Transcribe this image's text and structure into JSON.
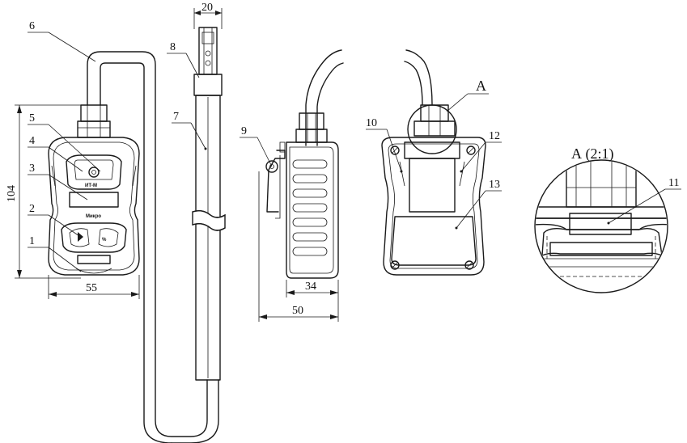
{
  "callouts": {
    "c1": "1",
    "c2": "2",
    "c3": "3",
    "c4": "4",
    "c5": "5",
    "c6": "6",
    "c7": "7",
    "c8": "8",
    "c9": "9",
    "c10": "10",
    "c11": "11",
    "c12": "12",
    "c13": "13"
  },
  "dimensions": {
    "height_front": "104",
    "width_front": "55",
    "probe_width": "20",
    "side_inner": "34",
    "side_outer": "50"
  },
  "view_labels": {
    "section_a": "А",
    "detail_a": "А (2:1)"
  },
  "device_labels": {
    "model": "ИТ-М",
    "brand": "Микро"
  }
}
